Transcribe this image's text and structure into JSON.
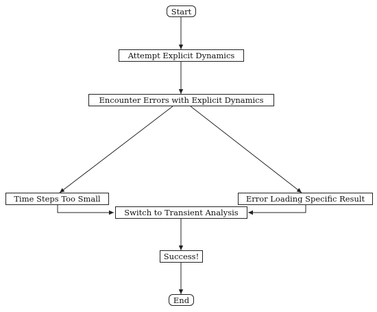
{
  "nodes": {
    "start": "Start",
    "attempt": "Attempt Explicit Dynamics",
    "encounter": "Encounter Errors with Explicit Dynamics",
    "timesteps": "Time Steps Too Small",
    "errorload": "Error Loading Specific Result",
    "switch": "Switch to Transient Analysis",
    "success": "Success!",
    "end": "End"
  }
}
